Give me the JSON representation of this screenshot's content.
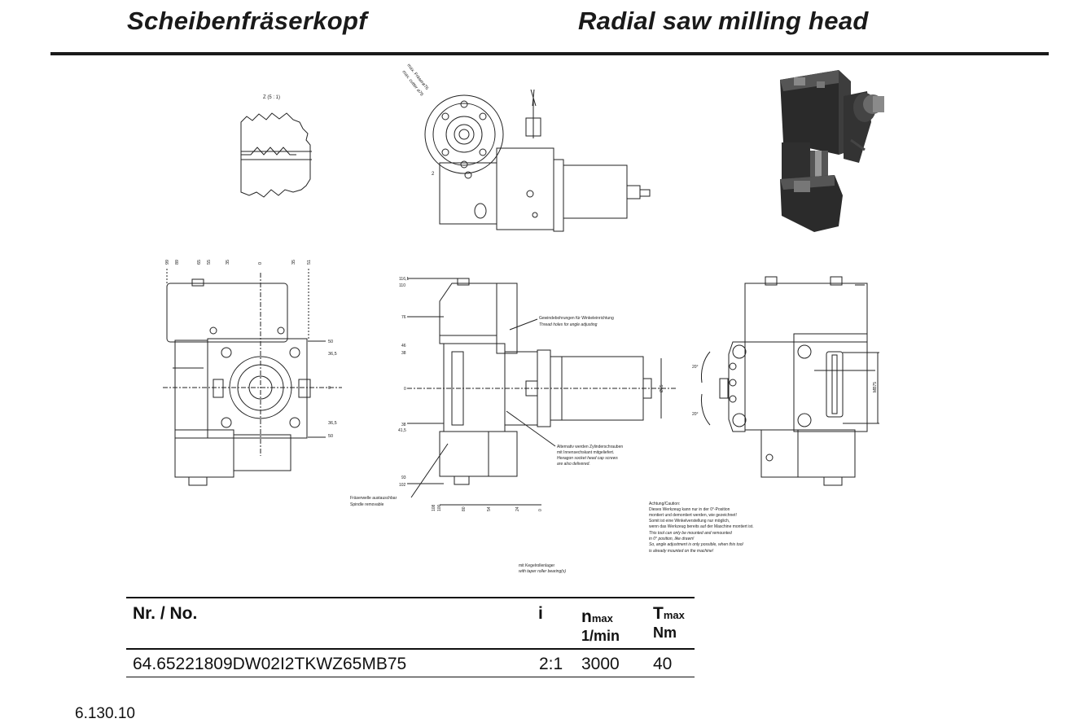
{
  "header": {
    "title_de": "Scheibenfräserkopf",
    "title_en": "Radial saw milling head"
  },
  "drawing": {
    "detail_label": "Z (5 : 1)",
    "cutter_note_de": "max. Fräserø76",
    "cutter_note_en": "max. cutter ø76",
    "dims_top": [
      "99",
      "89",
      "65",
      "55",
      "35",
      "0",
      "35",
      "51"
    ],
    "dims_right_front": [
      "50",
      "36,5",
      "0",
      "36,5",
      "50"
    ],
    "dims_left_side": [
      "116,1",
      "110",
      "76",
      "46",
      "38",
      "0",
      "38",
      "41,5",
      "93",
      "102"
    ],
    "dims_bottom_side": [
      "108",
      "100",
      "80",
      "54",
      "24",
      "0"
    ],
    "dim_shaft_diameter": "Ø65",
    "dim_mb": "MB75",
    "angle_top": "20°",
    "angle_bottom": "20°",
    "note_thread_de": "Gewindebohrungen für Winkeleinrichtung",
    "note_thread_en": "Thread holes for angle adjusting",
    "note_screws_de_1": "Alternativ werden Zylinderschrauben",
    "note_screws_de_2": "mit Innensechskant mitgeliefert.",
    "note_screws_en_1": "Hexagon socket head cap screws",
    "note_screws_en_2": "are also delivered.",
    "note_spindle_de": "Fräserwelle austauschbar",
    "note_spindle_en": "Spindle removable",
    "caution_1": "Achtung/Caution:",
    "caution_2": "Dieses Werkzeug kann nur in der 0°-Position",
    "caution_3": "montiert und demontiert werden, wie gezeichnet!",
    "caution_4": "Somit ist eine Winkelverstellung nur möglich,",
    "caution_5": "wenn das Werkzeug bereits auf der Maschine montiert ist.",
    "caution_6": "This tool can only be mounted and remounted",
    "caution_7": "in 0° position, like drawn!",
    "caution_8": "So, angle adjustment is only possible, when this tool",
    "caution_9": "is already mounted on the machine!",
    "bearing_de": "mit Kegelrollenlager",
    "bearing_en": "with taper roller bearing(s)"
  },
  "table": {
    "col_no": "Nr. / No.",
    "col_i": "i",
    "col_n": "n",
    "col_n_sub": "max",
    "col_n_unit": "1/min",
    "col_t": "T",
    "col_t_sub": "max",
    "col_t_unit": "Nm",
    "rows": [
      {
        "no": "64.65221809DW02I2TKWZ65MB75",
        "i": "2:1",
        "n": "3000",
        "t": "40"
      }
    ]
  },
  "footer": {
    "page_number": "6.130.10"
  },
  "colors": {
    "ink": "#1a1a1a",
    "render_dark": "#2b2b2b",
    "render_mid": "#555555"
  }
}
